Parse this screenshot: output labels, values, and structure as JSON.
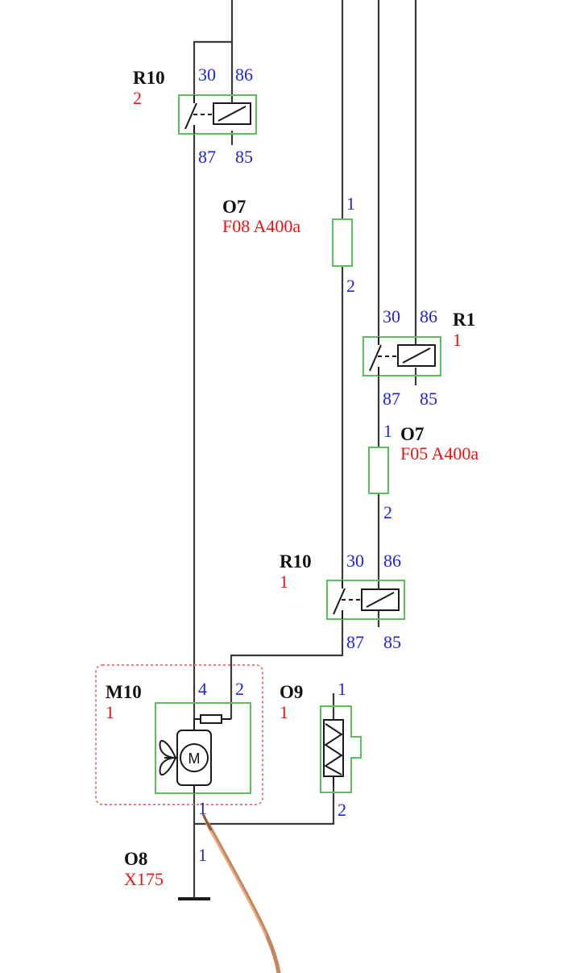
{
  "components": {
    "r10_top": {
      "ref": "R10",
      "sub": "2",
      "pins": {
        "p30": "30",
        "p86": "86",
        "p87": "87",
        "p85": "85"
      }
    },
    "o7_top": {
      "ref": "O7",
      "sub": "F08 A400a",
      "pins": {
        "p1": "1",
        "p2": "2"
      }
    },
    "r1": {
      "ref": "R1",
      "sub": "1",
      "pins": {
        "p30": "30",
        "p86": "86",
        "p87": "87",
        "p85": "85"
      }
    },
    "o7_mid": {
      "ref": "O7",
      "sub": "F05 A400a",
      "pins": {
        "p1": "1",
        "p2": "2"
      }
    },
    "r10_bottom": {
      "ref": "R10",
      "sub": "1",
      "pins": {
        "p30": "30",
        "p86": "86",
        "p87": "87",
        "p85": "85"
      }
    },
    "m10": {
      "ref": "M10",
      "sub": "1",
      "motor_symbol": "M",
      "pins": {
        "p4": "4",
        "p2": "2",
        "p1": "1"
      }
    },
    "o9": {
      "ref": "O9",
      "sub": "1",
      "pins": {
        "p1": "1",
        "p2": "2"
      }
    },
    "o8": {
      "ref": "O8",
      "sub": "X175",
      "pins": {
        "p1": "1"
      }
    }
  },
  "colors": {
    "wire": "#3a3a3a",
    "component_box": "#59c159",
    "pin_label": "#2222dd",
    "sub_label": "#ee1111",
    "module_outline": "#f07a7a",
    "probe": "#c8845a"
  },
  "icons": [
    "relay-icon",
    "fuse-icon",
    "fan-icon",
    "motor-icon",
    "heater-icon",
    "ground-icon",
    "test-probe-icon"
  ]
}
